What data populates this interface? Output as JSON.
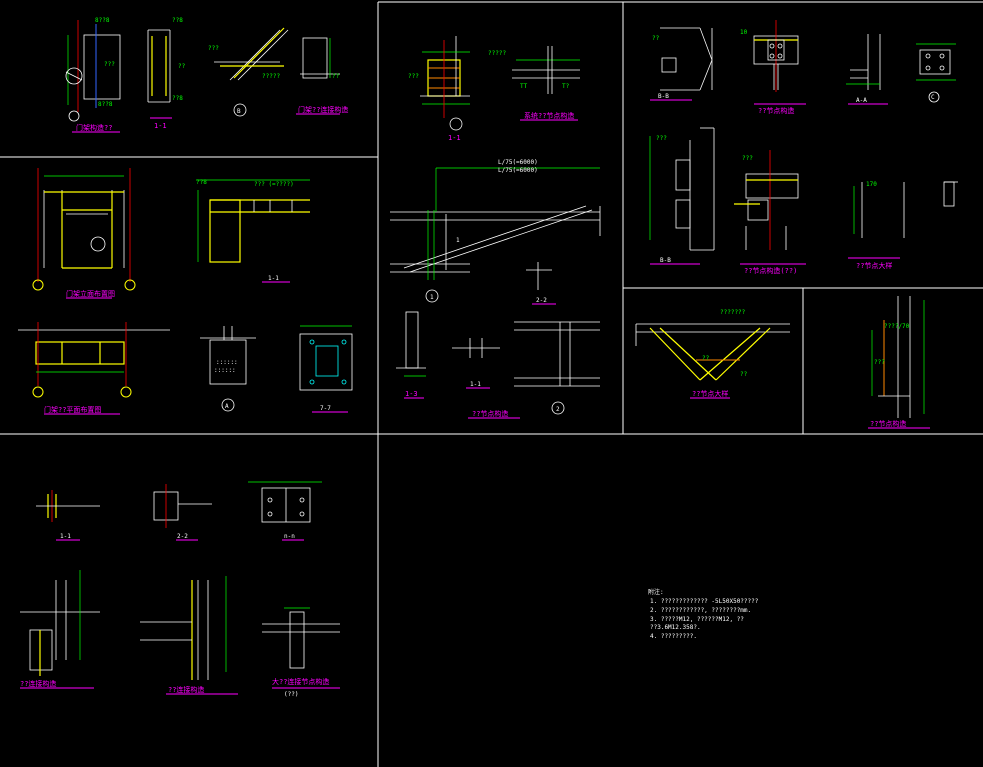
{
  "colors": {
    "background": "#000000",
    "frame": "#ffffff",
    "dimension": "#00ff00",
    "member": "#ffff00",
    "title_underline": "#ff00ff",
    "accent": "#00ffff",
    "axis": "#ff0000"
  },
  "panels": {
    "p1": {
      "titles": [
        "门架构造??",
        "1-1",
        "B",
        "门架??连接构造"
      ]
    },
    "p2": {
      "titles": [
        "1-1",
        "系统??节点构造"
      ]
    },
    "p3": {
      "titles": [
        "B-B",
        "??节点构造",
        "A-A",
        "C",
        "B-B",
        "??节点构造(??)",
        "??节点大样"
      ]
    },
    "p4": {
      "titles": [
        "门架立面布置图",
        "1-1",
        "门架??平面布置图",
        "A",
        "7-7"
      ]
    },
    "p5": {
      "titles": [
        "L/75(=6000)",
        "L/75(=6000)",
        "1",
        "2-2",
        "1-3",
        "1-1",
        "2",
        "??节点构造"
      ]
    },
    "p6": {
      "titles": [
        "??节点大样"
      ]
    },
    "p7": {
      "titles": [
        "??节点构造"
      ]
    },
    "p8": {
      "titles": [
        "1-1",
        "2-2",
        "n-n",
        "??连接构造",
        "??连接构造",
        "大??连接节点构造",
        "(??)"
      ]
    },
    "p9": {
      "notes_title": "附注:",
      "notes": [
        "1. ????????????? -5L50X50?????",
        "2. ????????????, ????????mm.",
        "3. ?????M12, ??????M12, ??",
        "   ??3.6M12.358?.",
        "4. ?????????."
      ]
    }
  }
}
